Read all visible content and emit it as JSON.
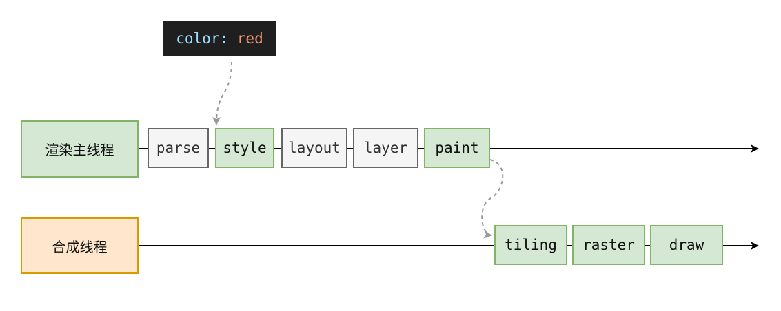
{
  "code_tip": {
    "property": "color",
    "colon": ": ",
    "value": "red"
  },
  "lanes": {
    "main_thread": "渲染主线程",
    "compositor_thread": "合成线程"
  },
  "main_steps": [
    "parse",
    "style",
    "layout",
    "layer",
    "paint"
  ],
  "compositor_steps": [
    "tiling",
    "raster",
    "draw"
  ],
  "colors": {
    "highlight_fill": "#d5e8d4",
    "highlight_border": "#82b366",
    "neutral_fill": "#f5f5f5",
    "neutral_border": "#666666",
    "compositor_fill": "#ffe6cc",
    "compositor_border": "#d79b00",
    "code_background": "#1f1f1f",
    "code_property": "#9cdcfe",
    "code_value": "#f0956f",
    "dashed_connector": "#999999"
  }
}
